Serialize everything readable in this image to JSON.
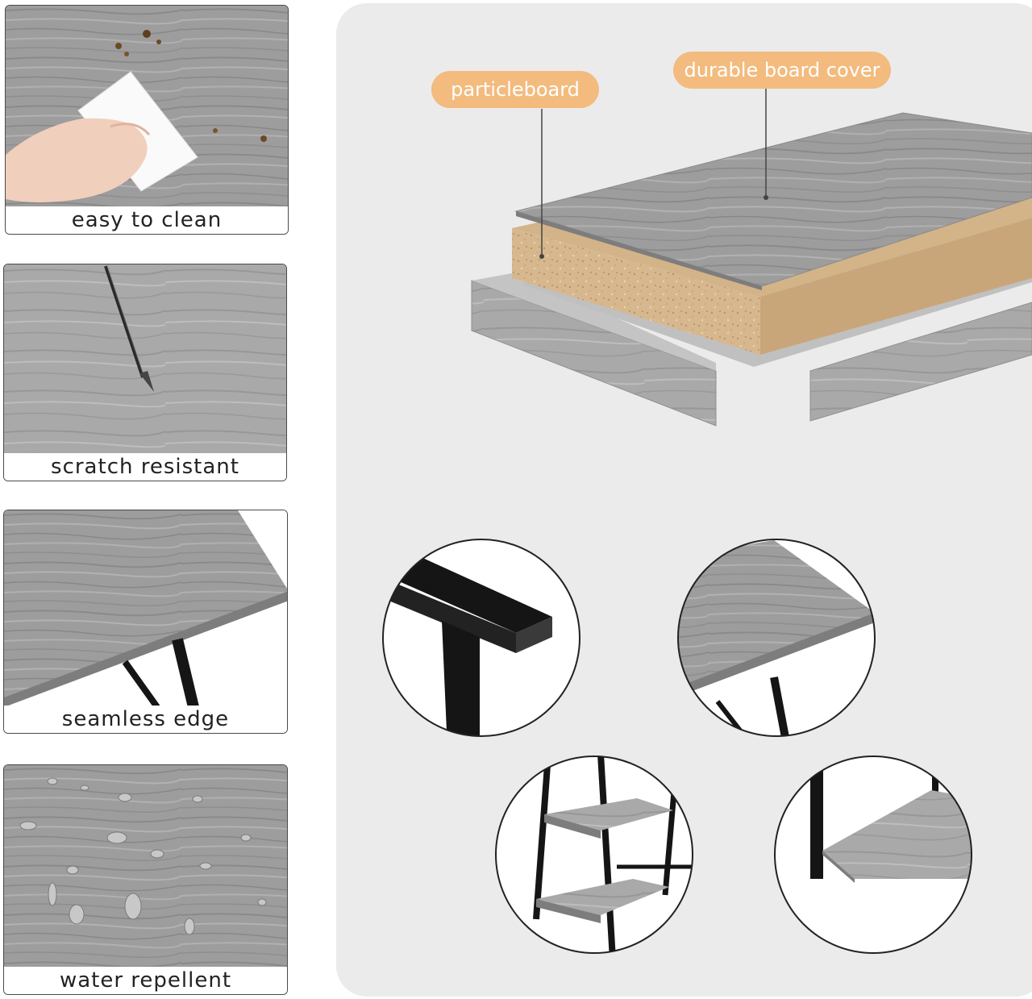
{
  "features": [
    {
      "caption": "easy to clean"
    },
    {
      "caption": "scratch resistant"
    },
    {
      "caption": "seamless edge"
    },
    {
      "caption": "water repellent"
    }
  ],
  "diagram": {
    "label_particleboard": "particleboard",
    "label_cover": "durable board cover"
  },
  "colors": {
    "wood_gray": "#9a9a9a",
    "particleboard": "#d9b98d",
    "label_bg": "#f3bb7e",
    "panel_bg": "#ebebeb",
    "frame_black": "#151515"
  }
}
